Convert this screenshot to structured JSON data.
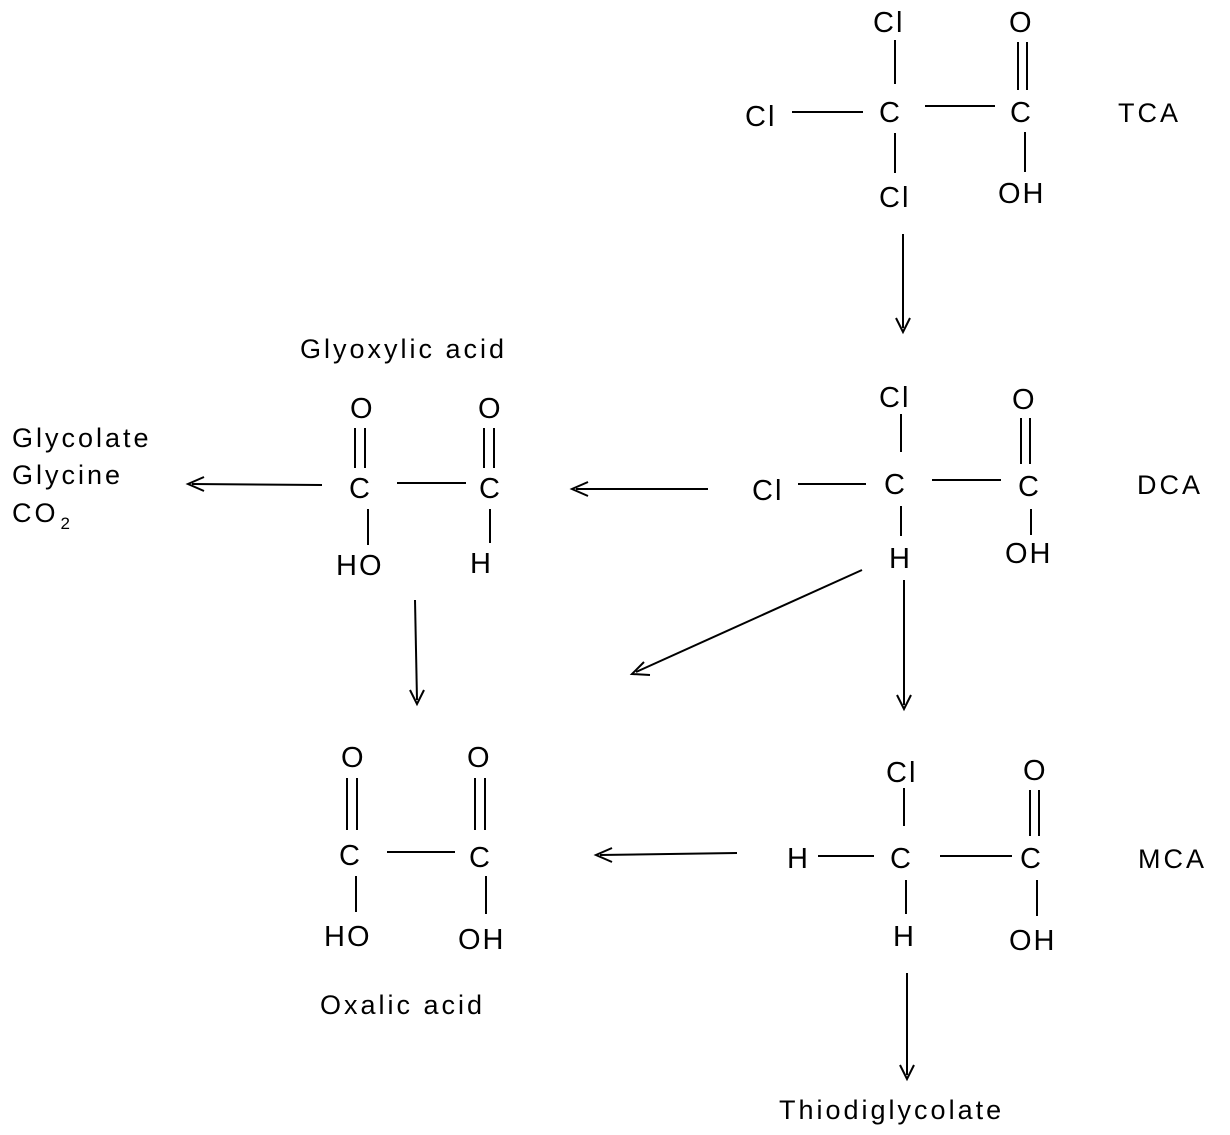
{
  "molecules": {
    "tca": {
      "label": "TCA",
      "atoms": {
        "cl_top": "Cl",
        "cl_left": "Cl",
        "c_center": "C",
        "cl_bottom": "Cl",
        "o_top": "O",
        "c_carboxyl": "C",
        "oh": "OH"
      }
    },
    "dca": {
      "label": "DCA",
      "atoms": {
        "cl_top": "Cl",
        "cl_left": "Cl",
        "c_center": "C",
        "h_bottom": "H",
        "o_top": "O",
        "c_carboxyl": "C",
        "oh": "OH"
      }
    },
    "mca": {
      "label": "MCA",
      "atoms": {
        "cl_top": "Cl",
        "h_left": "H",
        "c_center": "C",
        "h_bottom": "H",
        "o_top": "O",
        "c_carboxyl": "C",
        "oh": "OH"
      }
    },
    "glyoxylic": {
      "label": "Glyoxylic acid",
      "atoms": {
        "o_left": "O",
        "c_left": "C",
        "ho": "HO",
        "o_right": "O",
        "c_right": "C",
        "h": "H"
      }
    },
    "oxalic": {
      "label": "Oxalic acid",
      "atoms": {
        "o_left": "O",
        "c_left": "C",
        "ho": "HO",
        "o_right": "O",
        "c_right": "C",
        "oh": "OH"
      }
    }
  },
  "products": {
    "glycolate": "Glycolate",
    "glycine": "Glycine",
    "co2_base": "CO",
    "co2_sub": "2",
    "thiodiglycolate": "Thiodiglycolate"
  }
}
